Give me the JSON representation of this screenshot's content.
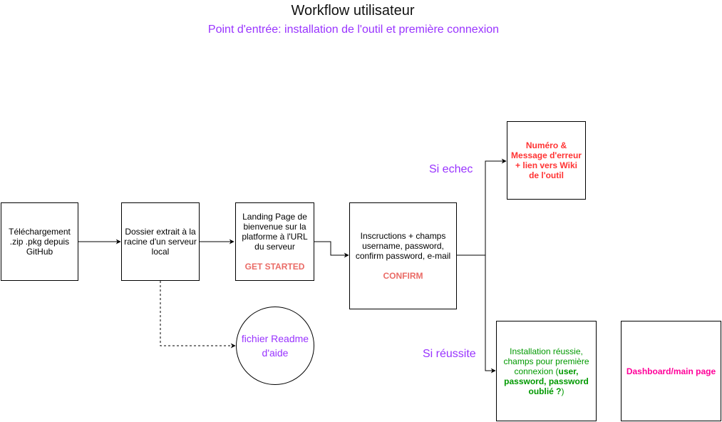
{
  "title": "Workflow utilisateur",
  "subtitle": "Point d'entrée: installation de l'outil et première connexion",
  "nodes": {
    "download": "Téléchargement .zip .pkg depuis GitHub",
    "extract": "Dossier extrait à la racine d'un serveur local",
    "landing": "Landing Page de bienvenue sur la platforme à l'URL du serveur",
    "landing_action": "GET STARTED",
    "instructions": "Inscructions + champs username, password, confirm password, e-mail",
    "instructions_action": "CONFIRM",
    "error": "Numéro & Message d'erreur + lien vers Wiki de l'outil",
    "success_prefix": "Installation réussie, champs pour première connexion (",
    "success_bold": "user, password, password oublié ?",
    "success_suffix": ")",
    "dashboard": "Dashboard/main page",
    "readme": "fichier Readme d'aide"
  },
  "labels": {
    "fail": "Si echec",
    "success": "Si réussite"
  },
  "colors": {
    "subtitle": "#9933ff",
    "action": "#ea6b66",
    "error": "#ff3333",
    "success": "#009900",
    "dashboard": "#ff0099"
  }
}
